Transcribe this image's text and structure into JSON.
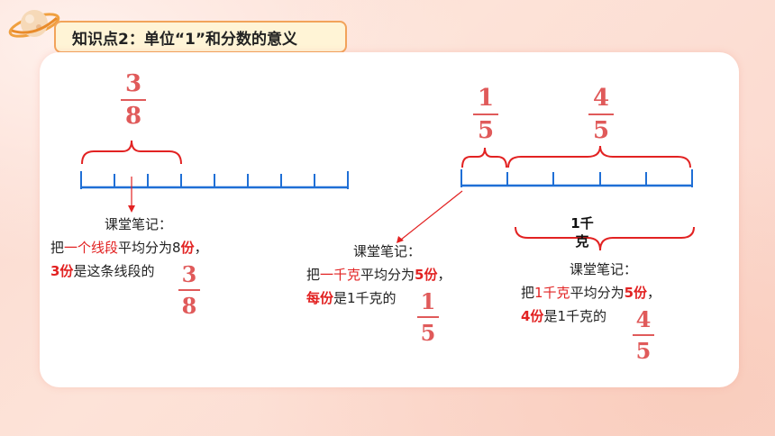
{
  "header": {
    "title": "知识点2：单位“1”和分数的意义"
  },
  "left": {
    "fraction": {
      "num": "3",
      "den": "8"
    },
    "note": {
      "title": "课堂笔记：",
      "l1_a": "把",
      "l1_b": "一个线段",
      "l1_c": "平均分为8",
      "l1_d": "份",
      "l1_e": "，",
      "l2_a": "3份",
      "l2_b": "是这条线段的",
      "fraction": {
        "num": "3",
        "den": "8"
      }
    }
  },
  "middle": {
    "note": {
      "title": "课堂笔记：",
      "l1_a": "把",
      "l1_b": "一千克",
      "l1_c": "平均分为",
      "l1_d": "5份",
      "l1_e": "，",
      "l2_a": "每份",
      "l2_b": "是1千克的",
      "fraction": {
        "num": "1",
        "den": "5"
      }
    }
  },
  "right": {
    "fraction_a": {
      "num": "1",
      "den": "5"
    },
    "fraction_b": {
      "num": "4",
      "den": "5"
    },
    "unit_label": "1千克",
    "note": {
      "title": "课堂笔记：",
      "l1_a": "把",
      "l1_b": "1千克",
      "l1_c": "平均分为",
      "l1_d": "5份",
      "l1_e": "，",
      "l2_a": "4份",
      "l2_b": "是1千克的",
      "fraction": {
        "num": "4",
        "den": "5"
      }
    }
  },
  "colors": {
    "line_blue": "#1f6fd6",
    "brace_red": "#e22222",
    "fraction_red": "#e05a5a",
    "title_border": "#f2a35a"
  }
}
